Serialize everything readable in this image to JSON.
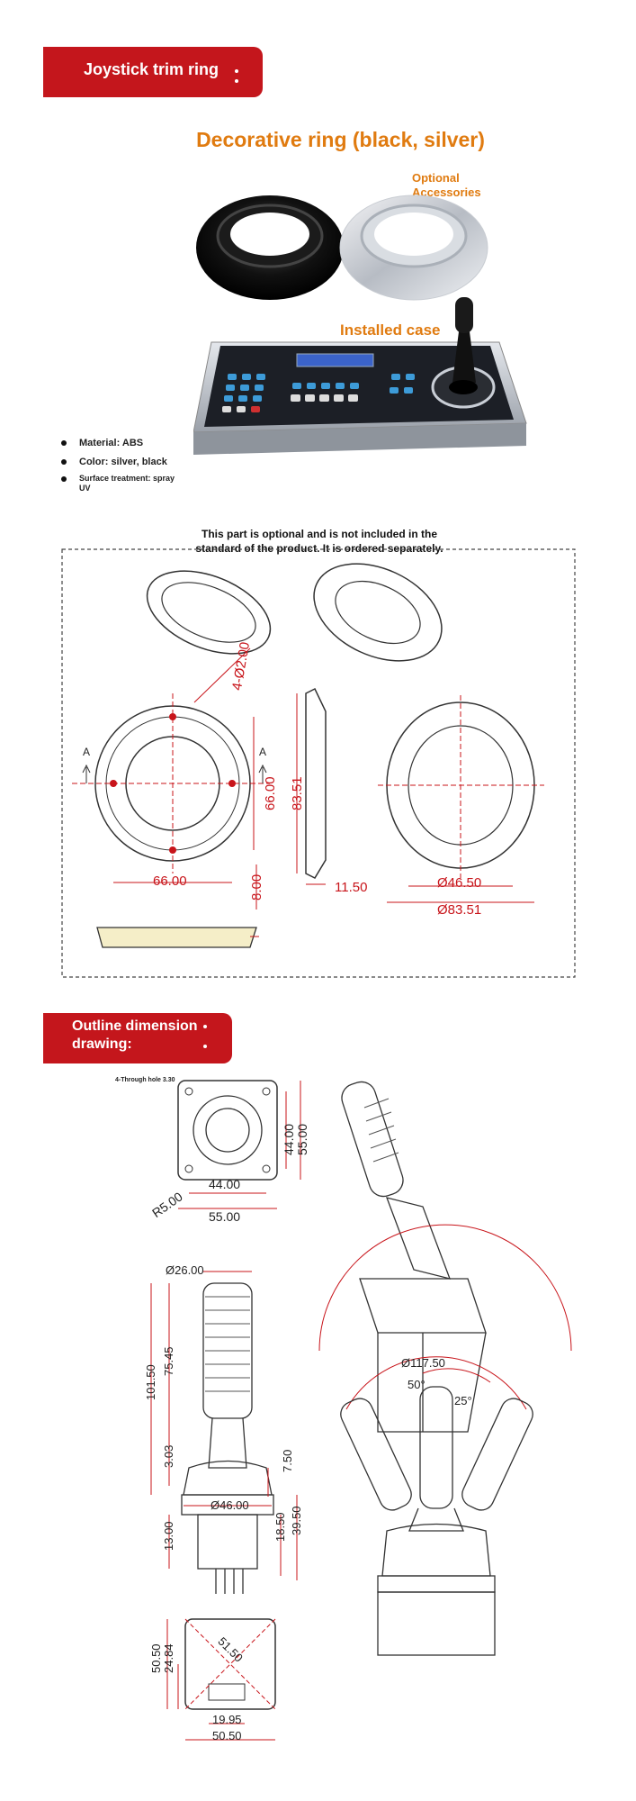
{
  "section1": {
    "title": "Joystick trim ring"
  },
  "ring": {
    "heading": "Decorative ring (black, silver)",
    "optional_label": "Optional\nAccessories",
    "installed_label": "Installed case",
    "colors": {
      "accent_orange": "#e07b10",
      "brand_red": "#c4161c"
    }
  },
  "specs": [
    {
      "label": "Material: ABS"
    },
    {
      "label": "Color: silver, black"
    },
    {
      "label": "Surface treatment: spray\nUV"
    }
  ],
  "drawing1": {
    "note": "This part is optional and is not included in the\nstandard of the product. It is ordered separately.",
    "dims": {
      "hole": "4-Ø2.00",
      "width_a": "66.00",
      "height_a": "66.00",
      "depth": "83.51",
      "thickness": "11.50",
      "flange": "8.00",
      "inner_d": "Ø46.50",
      "outer_d": "Ø83.51",
      "section_mark": "A"
    }
  },
  "section2": {
    "title_line1": "Outline dimension",
    "title_line2": "drawing:"
  },
  "drawing2": {
    "hole_note": "4-Through hole 3.30",
    "plate": {
      "w_inner": "44.00",
      "w_outer": "55.00",
      "h_inner": "44.00",
      "h_outer": "55.00",
      "radius": "R5.00"
    },
    "side": {
      "top_d": "Ø26.00",
      "total_h": "101.50",
      "grip_h": "75.45",
      "boot_h": "3.03",
      "boot_r": "7.50",
      "base_d": "Ø46.00",
      "body_h": "13.00",
      "lower_a": "18.50",
      "lower_b": "39.50"
    },
    "bottom": {
      "h1": "50.50",
      "h2": "24.84",
      "diag": "51.50",
      "w1": "19.95",
      "w2": "50.50"
    },
    "swing": {
      "arc_d": "Ø117.50",
      "full_angle": "50°",
      "half_angle": "25°"
    }
  }
}
